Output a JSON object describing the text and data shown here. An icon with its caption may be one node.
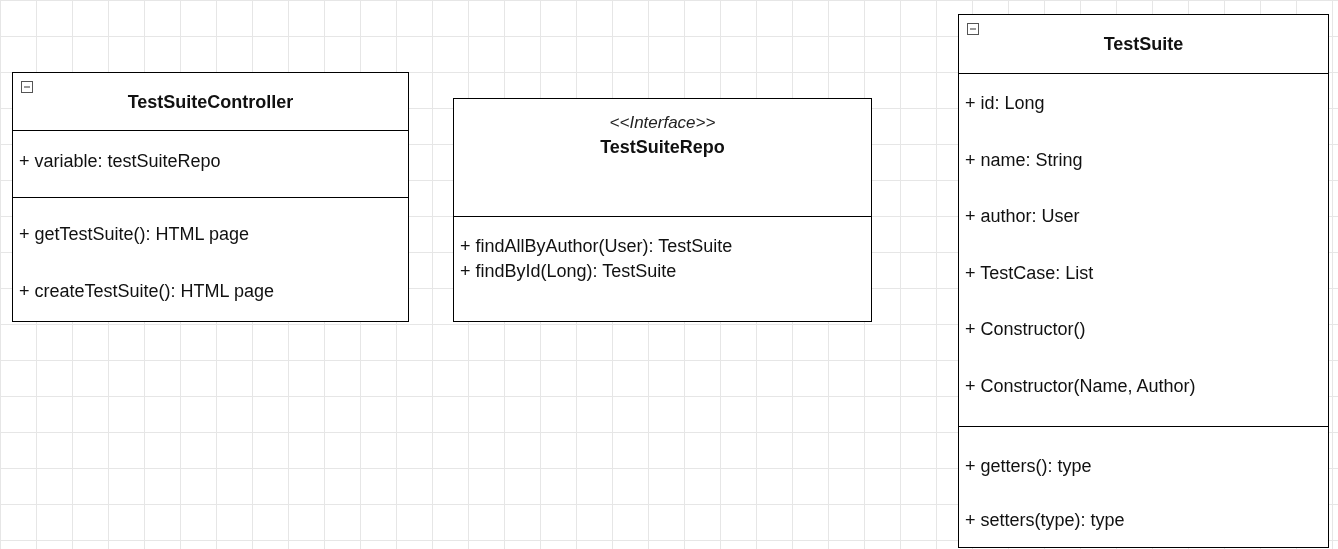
{
  "diagram": {
    "nodes": [
      {
        "text": [
          "TestSuiteController"
        ]
      },
      {
        "text": [
          "+ variable: testSuiteRepo"
        ],
        "in": 0
      },
      {
        "text": [
          "+ getTestSuite(): HTML page",
          "+ createTestSuite(): HTML page"
        ],
        "in": 0
      },
      {
        "text": [
          "<<Interface>>",
          "TestSuiteRepo"
        ]
      },
      {
        "text": [
          "+ findAllByAuthor(User): TestSuite",
          "+ findById(Long): TestSuite"
        ],
        "in": 3
      },
      {
        "text": [
          "TestSuite"
        ]
      },
      {
        "text": [
          "+ id: Long",
          "+ name: String",
          "+ author: User",
          "+ TestCase: List",
          "+ Constructor()",
          "+ Constructor(Name, Author)"
        ],
        "in": 5
      },
      {
        "text": [
          "+ getters(): type",
          "+ setters(type): type"
        ],
        "in": 5
      }
    ]
  }
}
